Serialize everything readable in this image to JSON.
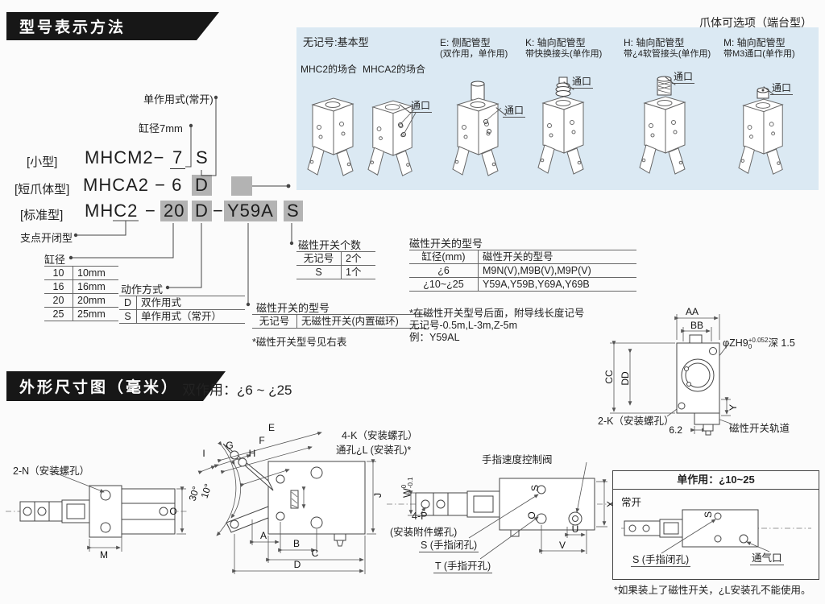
{
  "banners": {
    "model_designation": "型号表示方法",
    "dimensions": "外形尺寸图（毫米）",
    "dimensions_note": "双作用：¿6 ~ ¿25",
    "claw_options_title": "爪体可选项（端台型）"
  },
  "designation": {
    "callout_single_acting": "单作用式(常开)",
    "callout_bore7": "缸径7mm",
    "callout_fulcrum": "支点开闭型",
    "lines": [
      {
        "prefix": "[小型]",
        "model": "MHCM2−",
        "bore": "7",
        "action": "S"
      },
      {
        "prefix": "[短爪体型]",
        "model": "MHCA2 − 6",
        "action": "D"
      },
      {
        "prefix": "[标准型]",
        "model": "MHC2",
        "dash": "−",
        "bore": "20",
        "action": "D",
        "dash2": "−",
        "switch": "Y59A",
        "qty": "S"
      }
    ]
  },
  "claw_options": {
    "items": [
      {
        "title": "无记号:基本型",
        "sub1": "MHC2的场合",
        "sub2": "MHCA2的场合",
        "port": "通口"
      },
      {
        "title": "E: 侧配管型",
        "subtitle": "(双作用，单作用)",
        "port": "通口"
      },
      {
        "title": "K: 轴向配管型",
        "subtitle": "带快换接头(单作用)",
        "port": "通口"
      },
      {
        "title": "H: 轴向配管型",
        "subtitle": "带¿4软管接头(单作用)",
        "port": "通口"
      },
      {
        "title": "M: 轴向配管型",
        "subtitle": "带M3通口(单作用)",
        "port": "通口"
      }
    ]
  },
  "bore_table": {
    "label": "缸径",
    "rows": [
      [
        "10",
        "10mm"
      ],
      [
        "16",
        "16mm"
      ],
      [
        "20",
        "20mm"
      ],
      [
        "25",
        "25mm"
      ]
    ]
  },
  "action_table": {
    "label": "动作方式",
    "rows": [
      [
        "D",
        "双作用式"
      ],
      [
        "S",
        "单作用式（常开）"
      ]
    ]
  },
  "switch_qty_table": {
    "label": "磁性开关个数",
    "rows": [
      [
        "无记号",
        "2个"
      ],
      [
        "S",
        "1个"
      ]
    ]
  },
  "switch_model_table": {
    "label": "磁性开关的型号",
    "rows": [
      [
        "无记号",
        "无磁性开关(内置磁环)"
      ]
    ],
    "note": "*磁性开关型号见右表"
  },
  "switch_ref_table": {
    "label": "磁性开关的型号",
    "header": [
      "缸径(mm)",
      "磁性开关的型号"
    ],
    "rows": [
      [
        "¿6",
        "M9N(V),M9B(V),M9P(V)"
      ],
      [
        "¿10~¿25",
        "Y59A,Y59B,Y69A,Y69B"
      ]
    ],
    "note1": "*在磁性开关型号后面，附导线长度记号",
    "note2": "无记号-0.5m,L-3m,Z-5m",
    "note3": "例：Y59AL"
  },
  "mount_view": {
    "aa": "AA",
    "bb": "BB",
    "cc": "CC",
    "dd": "DD",
    "y": "Y",
    "hole_note_main": "φZH9",
    "hole_note_sup": "+0.052",
    "hole_note_sub": "0",
    "hole_note_depth": "深 1.5",
    "k_label": "2-K（安装螺孔）",
    "dim_6_2": "6.2",
    "rail_label": "磁性开关轨道"
  },
  "side_view": {
    "n_label": "2-N（安装螺孔）",
    "m": "M",
    "o": "O"
  },
  "top_view": {
    "e": "E",
    "f": "F",
    "g": "G",
    "h": "H",
    "i": "I",
    "angle_30": "30°",
    "angle_10": "10°",
    "a": "A",
    "b": "B",
    "c": "C",
    "d": "D",
    "j": "J",
    "k_label": "4-K（安装螺孔）",
    "l_label": "通孔¿L (安装孔)*"
  },
  "port_view": {
    "valve_label": "手指速度控制阀",
    "p_label": "4-P",
    "p_label2": "(安装附件螺孔)",
    "s_label": "S (手指闭孔)",
    "t_label": "T (手指开孔)",
    "w": "W",
    "w_sup": "0",
    "w_sub": "-0.1",
    "x": "X",
    "u": "U",
    "v": "V",
    "port_s": "S",
    "port_o": "O"
  },
  "single_acting": {
    "title": "单作用：¿10~25",
    "normally_open": "常开",
    "s_label": "S (手指闭孔)",
    "vent": "通气口",
    "port_s": "S",
    "footnote": "*如果装上了磁性开关，¿L安装孔不能使用。"
  },
  "colors": {
    "panel_blue": "#dbe9f3",
    "highlight_gray": "#b3b3b3",
    "banner_black": "#171717"
  }
}
